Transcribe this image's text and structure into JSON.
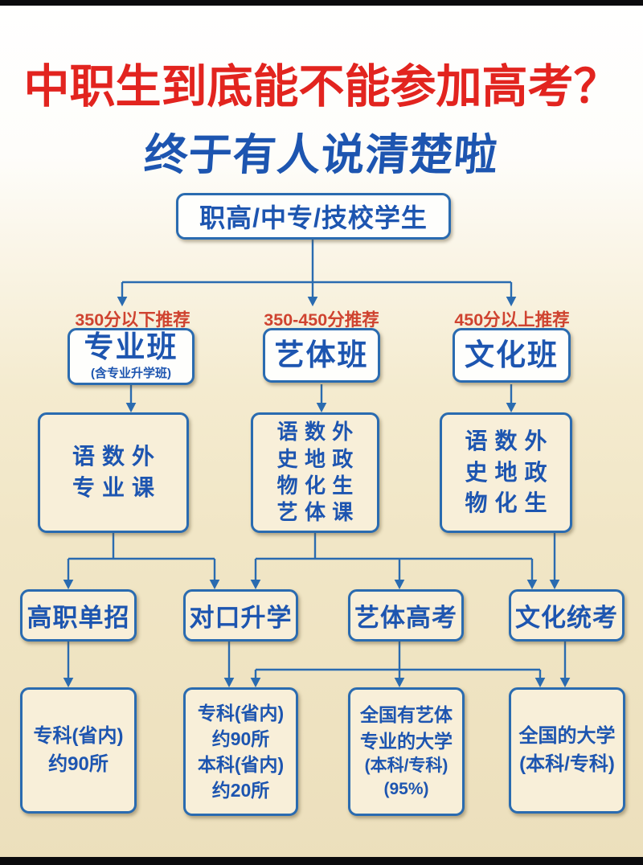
{
  "page": {
    "title_line1": "中职生到底能不能参加高考？",
    "title_line2": "终于有人说清楚啦",
    "colors": {
      "title_red": "#e2241f",
      "title_blue": "#1d55b0",
      "branch_label_red": "#cf4330",
      "box_border_blue": "#2a6bb0",
      "box_text_blue": "#1d55b0",
      "background_cream": "#f1e6c6",
      "background_top": "#ffffff"
    }
  },
  "flowchart": {
    "root": {
      "label": "职高/中专/技校学生"
    },
    "branches": [
      {
        "recommendation": "350分以下推荐",
        "class_label": "专业班",
        "class_sublabel": "(含专业升学班)",
        "courses": [
          "语数外",
          "专业课"
        ]
      },
      {
        "recommendation": "350-450分推荐",
        "class_label": "艺体班",
        "class_sublabel": "",
        "courses": [
          "语数外",
          "史地政",
          "物化生",
          "艺体课"
        ]
      },
      {
        "recommendation": "450分以上推荐",
        "class_label": "文化班",
        "class_sublabel": "",
        "courses": [
          "语数外",
          "史地政",
          "物化生"
        ]
      }
    ],
    "exams": [
      {
        "label": "高职单招"
      },
      {
        "label": "对口升学"
      },
      {
        "label": "艺体高考"
      },
      {
        "label": "文化统考"
      }
    ],
    "results": [
      {
        "lines": [
          "专科(省内)",
          "约90所"
        ]
      },
      {
        "lines": [
          "专科(省内)",
          "约90所",
          "本科(省内)",
          "约20所"
        ]
      },
      {
        "lines": [
          "全国有艺体",
          "专业的大学",
          "(本科/专科)",
          "(95%)"
        ]
      },
      {
        "lines": [
          "全国的大学",
          "(本科/专科)"
        ]
      }
    ]
  }
}
